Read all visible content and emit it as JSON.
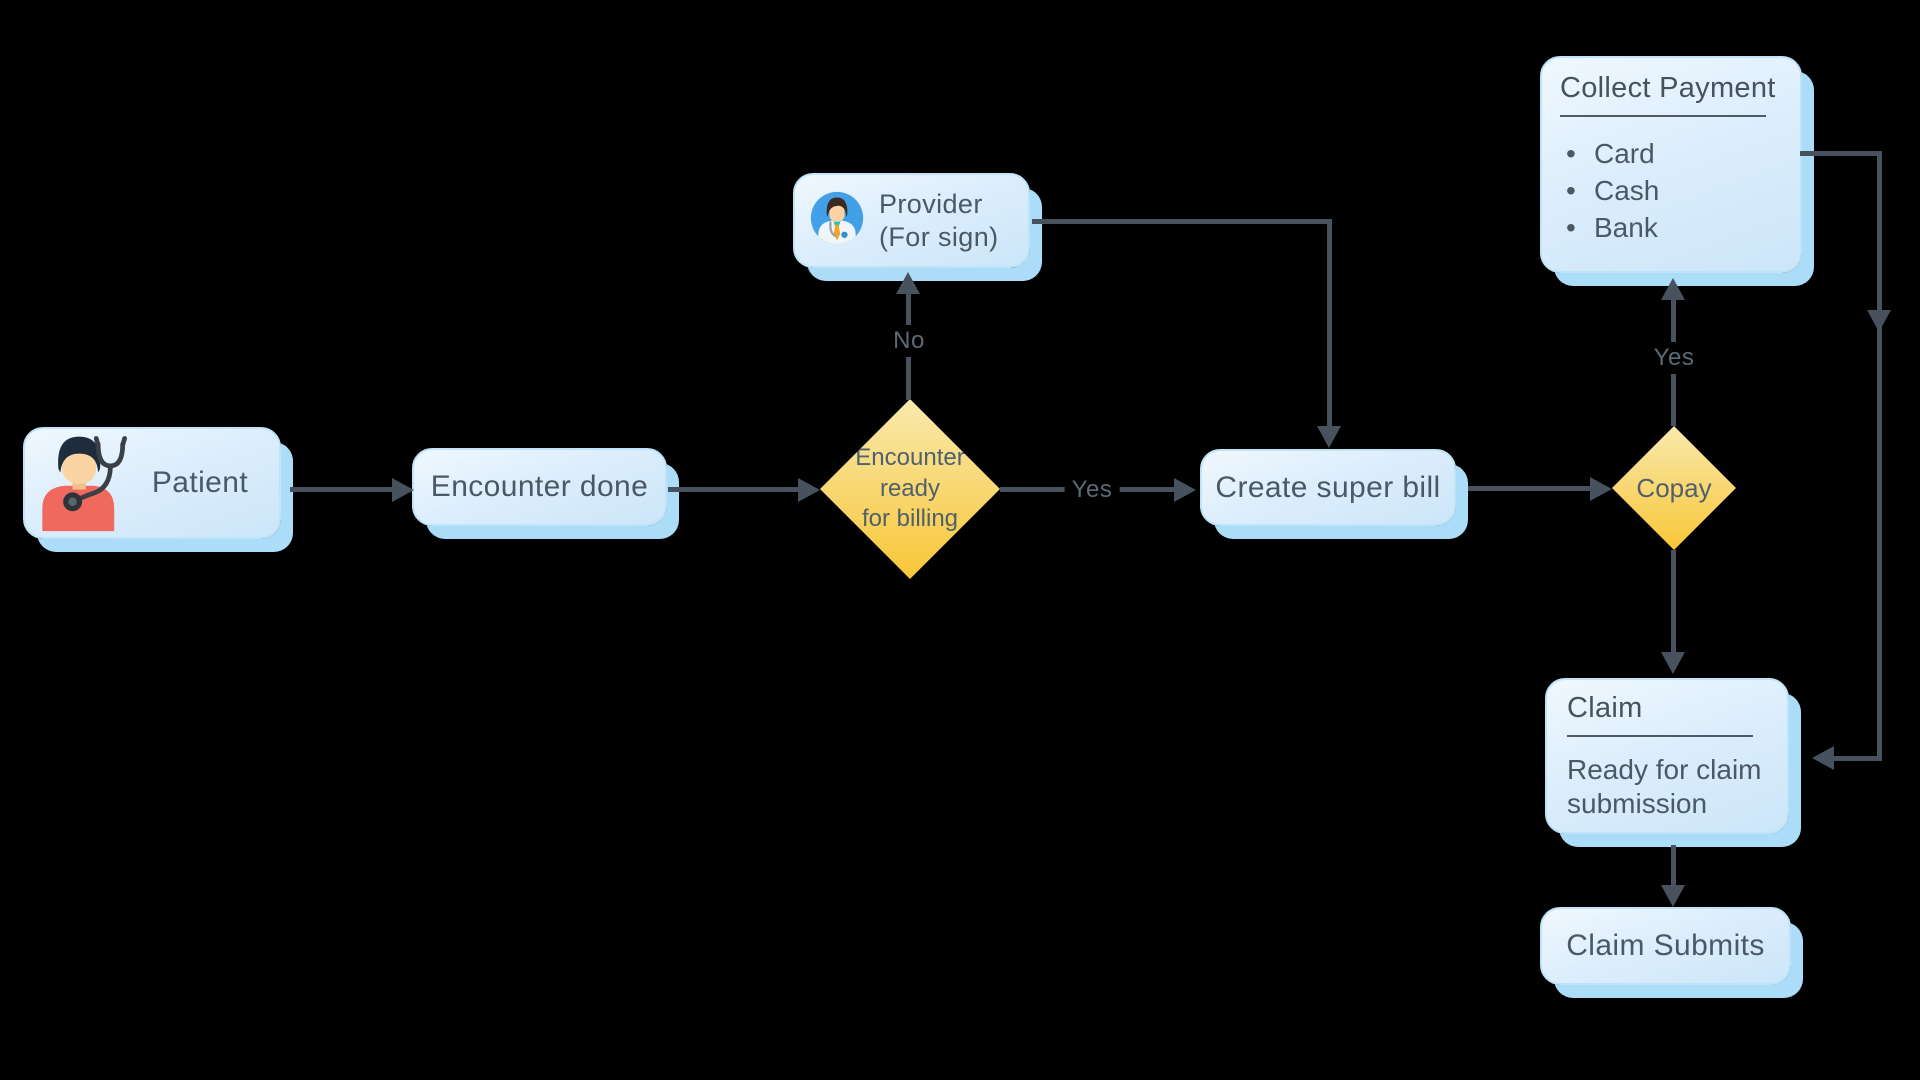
{
  "nodes": {
    "patient": {
      "label": "Patient",
      "icon": "patient-stethoscope-icon"
    },
    "encounter_done": {
      "label": "Encounter done"
    },
    "billing_decision": {
      "lines": [
        "Encounter",
        "ready",
        "for billing"
      ]
    },
    "provider": {
      "lines": [
        "Provider",
        "(For sign)"
      ],
      "icon": "doctor-icon"
    },
    "create_super_bill": {
      "label": "Create super bill"
    },
    "copay_decision": {
      "label": "Copay"
    },
    "collect_payment": {
      "title": "Collect Payment",
      "items": [
        "Card",
        "Cash",
        "Bank"
      ]
    },
    "claim": {
      "title": "Claim",
      "description": "Ready for claim submission"
    },
    "claim_submits": {
      "label": "Claim Submits"
    }
  },
  "edge_labels": {
    "billing_no": "No",
    "billing_yes": "Yes",
    "copay_yes": "Yes"
  },
  "colors": {
    "background": "#000000",
    "node_fill_light": "#f0f8fe",
    "node_fill_dark": "#cbe6f9",
    "node_shadow": "#abdcf8",
    "diamond_light": "#f8e9ad",
    "diamond_dark": "#f9c636",
    "connector": "#47525e",
    "text": "#4b5965"
  }
}
